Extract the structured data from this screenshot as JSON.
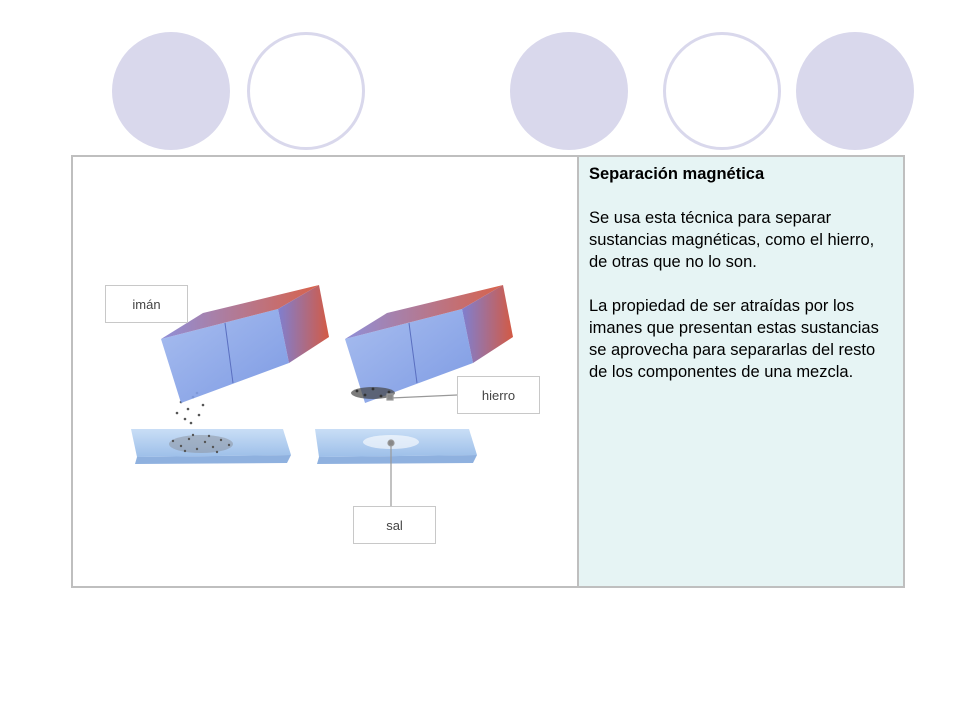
{
  "header": {
    "circles": [
      {
        "style": "filled",
        "color": "#d9d8ec"
      },
      {
        "style": "outline",
        "color": "#d9d8ec"
      },
      {
        "style": "filled",
        "color": "#d9d8ec"
      },
      {
        "style": "outline",
        "color": "#d9d8ec"
      },
      {
        "style": "filled",
        "color": "#d9d8ec"
      }
    ]
  },
  "figure": {
    "labels": {
      "iman": "imán",
      "hierro": "hierro",
      "sal": "sal"
    },
    "magnet_colors": {
      "blue": "#7f9fe6",
      "red": "#d9624a"
    },
    "paper_color": "#b3d0f2"
  },
  "text": {
    "heading": "Separación magnética",
    "paragraph1": "Se usa esta técnica para separar sustancias magnéticas, como el hierro,  de otras que no lo son.",
    "paragraph2": "La propiedad de ser atraídas por los imanes que presentan estas sustancias se aprovecha para separarlas del resto de los componentes de una mezcla.",
    "background_color": "#e6f4f4"
  }
}
